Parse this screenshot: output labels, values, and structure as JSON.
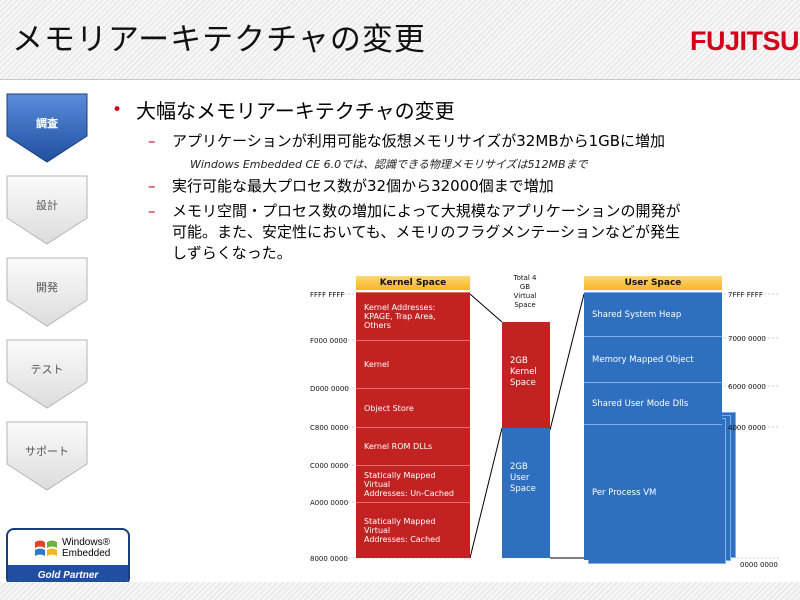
{
  "header": {
    "title": "メモリアーキテクチャの変更",
    "logo": "FUJITSU"
  },
  "nav": [
    {
      "label": "調査",
      "active": true
    },
    {
      "label": "設計",
      "active": false
    },
    {
      "label": "開発",
      "active": false
    },
    {
      "label": "テスト",
      "active": false
    },
    {
      "label": "サポート",
      "active": false
    }
  ],
  "badge": {
    "line1": "Windows®",
    "line2": "Embedded",
    "line3": "Gold Partner"
  },
  "content": {
    "bullet": "大幅なメモリアーキテクチャの変更",
    "sub1": "アプリケーションが利用可能な仮想メモリサイズが32MBから1GBに増加",
    "note": "Windows Embedded CE 6.0では、認識できる物理メモリサイズは512MBまで",
    "sub2": "実行可能な最大プロセス数が32個から32000個まで増加",
    "sub3a": "メモリ空間・プロセス数の増加によって大規模なアプリケーションの開発が",
    "sub3b": "可能。また、安定性においても、メモリのフラグメンテーションなどが発生",
    "sub3c": "しずらくなった。"
  },
  "diagram": {
    "kernel_title": "Kernel Space",
    "user_title": "User Space",
    "total_l1": "Total 4",
    "total_l2": "GB",
    "total_l3": "Virtual",
    "total_l4": "Space",
    "k1a": "Kernel Addresses:",
    "k1b": "KPAGE, Trap Area,",
    "k1c": "Others",
    "k2": "Kernel",
    "k3": "Object Store",
    "k4": "Kernel ROM DLLs",
    "k5a": "Statically Mapped Virtual",
    "k5b": "Addresses: Un-Cached",
    "k6a": "Statically Mapped Virtual",
    "k6b": "Addresses: Cached",
    "mid_k_a": "2GB",
    "mid_k_b": "Kernel",
    "mid_k_c": "Space",
    "mid_u_a": "2GB",
    "mid_u_b": "User",
    "mid_u_c": "Space",
    "u1": "Shared System Heap",
    "u2": "Memory Mapped Object",
    "u3": "Shared User Mode Dlls",
    "u4": "Per Process VM",
    "left_addrs": [
      "FFFF FFFF",
      "F000 0000",
      "D000 0000",
      "C800 0000",
      "C000 0000",
      "A000 0000",
      "8000 0000"
    ],
    "right_addrs": [
      "7FFF FFFF",
      "7000 0000",
      "6000 0000",
      "4000 0000",
      "0000 0000"
    ]
  },
  "colors": {
    "accent": "#d4001a",
    "kernel": "#c22222",
    "user": "#2e6fc0",
    "nav_active": "#2f65b5"
  }
}
